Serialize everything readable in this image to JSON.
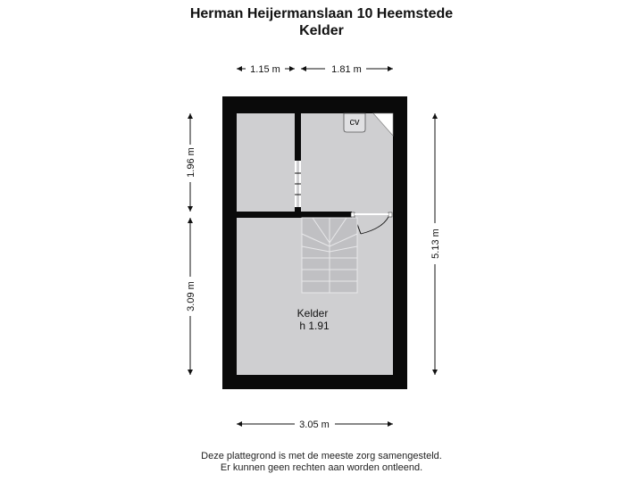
{
  "header": {
    "address": "Herman Heijermanslaan 10 Heemstede",
    "floor": "Kelder"
  },
  "dimensions": {
    "top_left": "1.15 m",
    "top_right": "1.81 m",
    "left_upper": "1.96 m",
    "left_lower": "3.09 m",
    "right_total": "5.13 m",
    "bottom_total": "3.05 m"
  },
  "rooms": {
    "main_name": "Kelder",
    "main_height": "h 1.91",
    "cv_label": "cv"
  },
  "footer": {
    "line1": "Deze plattegrond is met de meeste zorg samengesteld.",
    "line2": "Er kunnen geen rechten aan worden ontleend."
  }
}
